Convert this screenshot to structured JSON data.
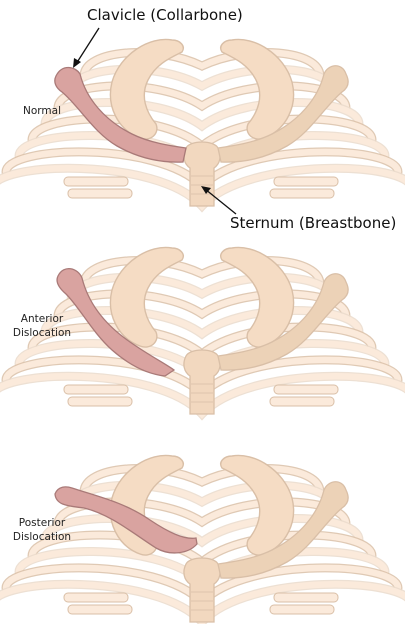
{
  "labels": {
    "clavicle": "Clavicle (Collarbone)",
    "sternum": "Sternum (Breastbone)"
  },
  "panels": [
    {
      "id": "normal",
      "label": "Normal"
    },
    {
      "id": "anterior",
      "label": "Anterior\nDislocation"
    },
    {
      "id": "posterior",
      "label": "Posterior\nDislocation"
    }
  ],
  "colors": {
    "rib_fill": "#fbeadb",
    "rib_stroke": "#d9bfa7",
    "rib_stroke_light": "#eadbcb",
    "scapula_fill": "#f5dcc4",
    "right_clavicle": "#ecd2b7",
    "affected_clavicle": "#d9a3a0",
    "affected_clavicle_stroke": "#a97a78",
    "sternum_fill": "#f2d8bf",
    "text": "#111111"
  }
}
